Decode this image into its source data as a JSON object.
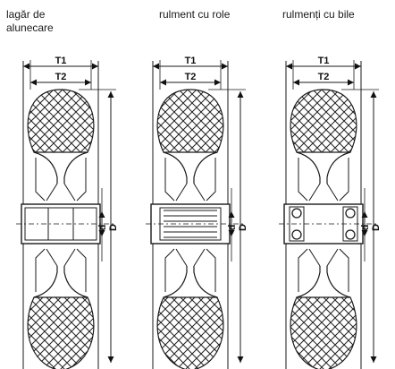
{
  "captions": [
    "lagăr de alunecare",
    "rulment cu role",
    "rulmenți cu bile"
  ],
  "labels": {
    "t1": "T1",
    "t2": "T2",
    "d": "d",
    "D": "D"
  },
  "colors": {
    "line": "#1a1a1a",
    "hatch": "#222222",
    "background": "#ffffff"
  }
}
